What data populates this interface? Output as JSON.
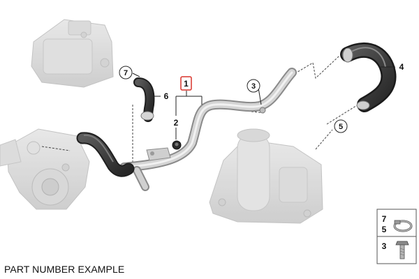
{
  "caption": "PART NUMBER EXAMPLE",
  "callouts": {
    "c1": "1",
    "c2": "2",
    "c3": "3",
    "c4": "4",
    "c5": "5",
    "c6": "6",
    "c7": "7"
  },
  "legend": {
    "row1_top": "7",
    "row1_bottom": "5",
    "row2": "3"
  },
  "colors": {
    "highlight": "#d9342b",
    "ghost": "#d2d2d2",
    "hose": "#3c3c3c",
    "pipe": "#c4c4c4"
  }
}
